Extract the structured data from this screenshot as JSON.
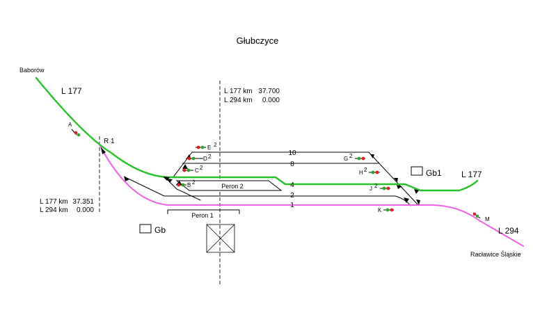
{
  "title": "Głubczyce",
  "places": {
    "baborow": "Baborów",
    "raclawice": "Racławice Śląskie"
  },
  "lines": {
    "l177_left": "L 177",
    "l177_right": "L 177",
    "l294_right": "L 294"
  },
  "markers": {
    "r1": "R 1"
  },
  "km_top": {
    "row1_line": "L 177 km",
    "row1_km": "37.700",
    "row2_line": "L 294 km",
    "row2_km": "0.000"
  },
  "km_left": {
    "row1_line": "L 177 km",
    "row1_km": "37.351",
    "row2_line": "L 294 km",
    "row2_km": "0.000"
  },
  "tracks": {
    "t10": "10",
    "t8": "8",
    "t4": "4",
    "t2": "2",
    "t1": "1"
  },
  "platforms": {
    "peron1": "Peron 1",
    "peron2": "Peron 2"
  },
  "boxes": {
    "gb": "Gb",
    "gb1": "Gb1"
  },
  "signals": {
    "a": "A",
    "b": "B",
    "b_sup": "2",
    "c": "C",
    "c_sup": "2",
    "d": "D",
    "d_sup": "2",
    "e": "E",
    "e_sup": "2",
    "g": "G",
    "g_sup": "2",
    "h": "H",
    "h_sup": "2",
    "j": "J",
    "j_sup": "2",
    "k": "K",
    "m": "M"
  },
  "colors": {
    "line_177": "#27c227",
    "line_294": "#f060e4",
    "signal_red": "#e02020",
    "signal_green": "#2fa52f"
  }
}
